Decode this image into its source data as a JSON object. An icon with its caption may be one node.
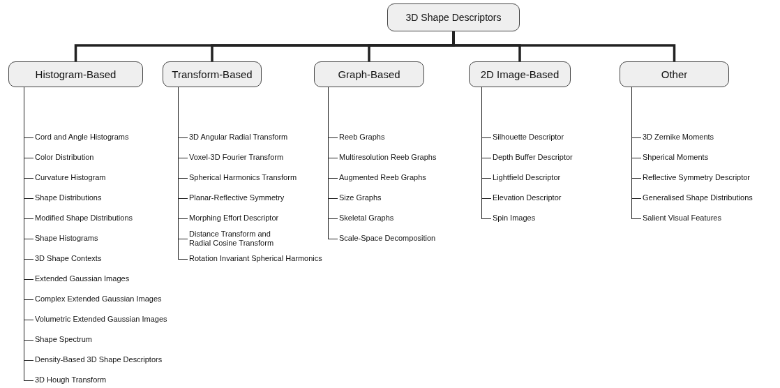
{
  "diagram": {
    "nodes": [
      {
        "text": [
          "3D Shape Descriptors"
        ]
      },
      {
        "text": [
          "Histogram-Based"
        ]
      },
      {
        "text": [
          "Transform-Based"
        ]
      },
      {
        "text": [
          "Graph-Based"
        ]
      },
      {
        "text": [
          "2D Image-Based"
        ]
      },
      {
        "text": [
          "Other"
        ]
      },
      {
        "text": [
          "Cord and Angle Histograms"
        ]
      },
      {
        "text": [
          "Color Distribution"
        ]
      },
      {
        "text": [
          "Curvature Histogram"
        ]
      },
      {
        "text": [
          "Shape Distributions"
        ]
      },
      {
        "text": [
          "Modified Shape Distributions"
        ]
      },
      {
        "text": [
          "Shape Histograms"
        ]
      },
      {
        "text": [
          "3D Shape Contexts"
        ]
      },
      {
        "text": [
          "Extended Gaussian Images"
        ]
      },
      {
        "text": [
          "Complex Extended Gaussian Images"
        ]
      },
      {
        "text": [
          "Volumetric Extended Gaussian Images"
        ]
      },
      {
        "text": [
          "Shape Spectrum"
        ]
      },
      {
        "text": [
          "Density-Based 3D Shape Descriptors"
        ]
      },
      {
        "text": [
          "3D Hough Transform"
        ]
      },
      {
        "text": [
          "3D Angular Radial Transform"
        ]
      },
      {
        "text": [
          "Voxel-3D Fourier Transform"
        ]
      },
      {
        "text": [
          "Spherical Harmonics Transform"
        ]
      },
      {
        "text": [
          "Planar-Reflective Symmetry"
        ]
      },
      {
        "text": [
          "Morphing Effort Descriptor"
        ]
      },
      {
        "text": [
          "Distance Transform and Radial Cosine Transform"
        ]
      },
      {
        "text": [
          "Rotation Invariant Spherical Harmonics"
        ]
      },
      {
        "text": [
          "Reeb Graphs"
        ]
      },
      {
        "text": [
          "Multiresolution Reeb Graphs"
        ]
      },
      {
        "text": [
          "Augmented Reeb Graphs"
        ]
      },
      {
        "text": [
          "Size Graphs"
        ]
      },
      {
        "text": [
          "Skeletal Graphs"
        ]
      },
      {
        "text": [
          "Scale-Space Decomposition"
        ]
      },
      {
        "text": [
          "Silhouette Descriptor"
        ]
      },
      {
        "text": [
          "Depth Buffer Descriptor"
        ]
      },
      {
        "text": [
          "Lightfield Descriptor"
        ]
      },
      {
        "text": [
          "Elevation Descriptor"
        ]
      },
      {
        "text": [
          "Spin Images"
        ]
      },
      {
        "text": [
          "3D Zernike Moments"
        ]
      },
      {
        "text": [
          "Shperical Moments"
        ]
      },
      {
        "text": [
          "Reflective Symmetry Descriptor"
        ]
      },
      {
        "text": [
          "Generalised Shape Distributions"
        ]
      },
      {
        "text": [
          "Salient Visual Features"
        ]
      }
    ],
    "edges": [
      {
        "from": 0,
        "to": 1,
        "arrow": "none",
        "style": "thick"
      },
      {
        "from": 0,
        "to": 2,
        "arrow": "none",
        "style": "thick"
      },
      {
        "from": 0,
        "to": 3,
        "arrow": "none",
        "style": "thick"
      },
      {
        "from": 0,
        "to": 4,
        "arrow": "none",
        "style": "thick"
      },
      {
        "from": 0,
        "to": 5,
        "arrow": "none",
        "style": "thick"
      },
      {
        "from": 1,
        "to": 6,
        "arrow": "none"
      },
      {
        "from": 1,
        "to": 7,
        "arrow": "none"
      },
      {
        "from": 1,
        "to": 8,
        "arrow": "none"
      },
      {
        "from": 1,
        "to": 9,
        "arrow": "none"
      },
      {
        "from": 1,
        "to": 10,
        "arrow": "none"
      },
      {
        "from": 1,
        "to": 11,
        "arrow": "none"
      },
      {
        "from": 1,
        "to": 12,
        "arrow": "none"
      },
      {
        "from": 1,
        "to": 13,
        "arrow": "none"
      },
      {
        "from": 1,
        "to": 14,
        "arrow": "none"
      },
      {
        "from": 1,
        "to": 15,
        "arrow": "none"
      },
      {
        "from": 1,
        "to": 16,
        "arrow": "none"
      },
      {
        "from": 1,
        "to": 17,
        "arrow": "none"
      },
      {
        "from": 1,
        "to": 18,
        "arrow": "none"
      },
      {
        "from": 2,
        "to": 19,
        "arrow": "none"
      },
      {
        "from": 2,
        "to": 20,
        "arrow": "none"
      },
      {
        "from": 2,
        "to": 21,
        "arrow": "none"
      },
      {
        "from": 2,
        "to": 22,
        "arrow": "none"
      },
      {
        "from": 2,
        "to": 23,
        "arrow": "none"
      },
      {
        "from": 2,
        "to": 24,
        "arrow": "none"
      },
      {
        "from": 2,
        "to": 25,
        "arrow": "none"
      },
      {
        "from": 3,
        "to": 26,
        "arrow": "none"
      },
      {
        "from": 3,
        "to": 27,
        "arrow": "none"
      },
      {
        "from": 3,
        "to": 28,
        "arrow": "none"
      },
      {
        "from": 3,
        "to": 29,
        "arrow": "none"
      },
      {
        "from": 3,
        "to": 30,
        "arrow": "none"
      },
      {
        "from": 3,
        "to": 31,
        "arrow": "none"
      },
      {
        "from": 4,
        "to": 32,
        "arrow": "none"
      },
      {
        "from": 4,
        "to": 33,
        "arrow": "none"
      },
      {
        "from": 4,
        "to": 34,
        "arrow": "none"
      },
      {
        "from": 4,
        "to": 35,
        "arrow": "none"
      },
      {
        "from": 4,
        "to": 36,
        "arrow": "none"
      },
      {
        "from": 5,
        "to": 37,
        "arrow": "none"
      },
      {
        "from": 5,
        "to": 38,
        "arrow": "none"
      },
      {
        "from": 5,
        "to": 39,
        "arrow": "none"
      },
      {
        "from": 5,
        "to": 40,
        "arrow": "none"
      },
      {
        "from": 5,
        "to": 41,
        "arrow": "none"
      }
    ]
  }
}
